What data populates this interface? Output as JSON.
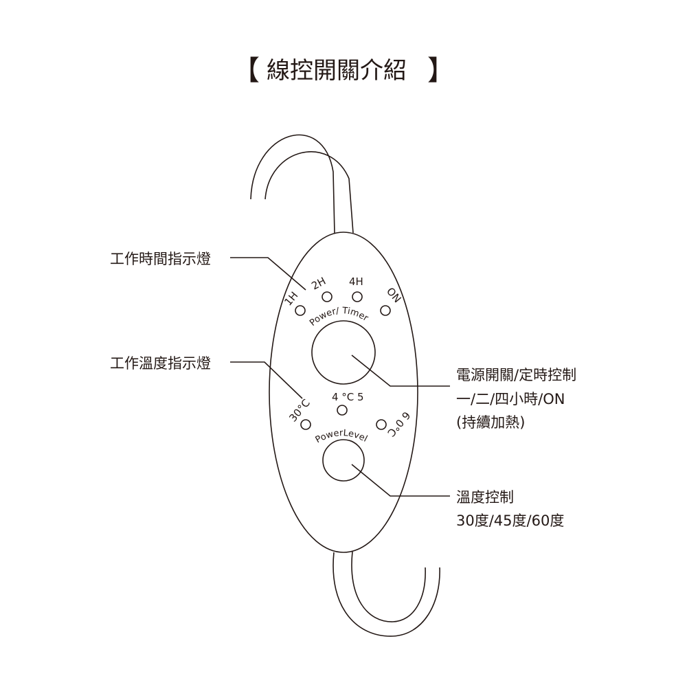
{
  "title": {
    "open_bracket": "【",
    "text": "線控開關介紹",
    "close_bracket": "】"
  },
  "callouts": {
    "time_indicator": "工作時間指示燈",
    "temp_indicator": "工作溫度指示燈",
    "power_timer": {
      "line1": "電源開關/定時控制",
      "line2": "一/二/四小時/ON",
      "line3": "(持續加熱)"
    },
    "temp_control": {
      "line1": "溫度控制",
      "line2": "30度/45度/60度"
    }
  },
  "controller": {
    "timer_leds": [
      "1H",
      "2H",
      "4H",
      "ON"
    ],
    "timer_knob_label": "Power/ Timer",
    "temp_leds": [
      "30°C",
      "4 °C 5",
      "6 0°C"
    ],
    "temp_knob_label": "PowerLevel"
  },
  "colors": {
    "line": "#231815",
    "background": "#ffffff"
  }
}
